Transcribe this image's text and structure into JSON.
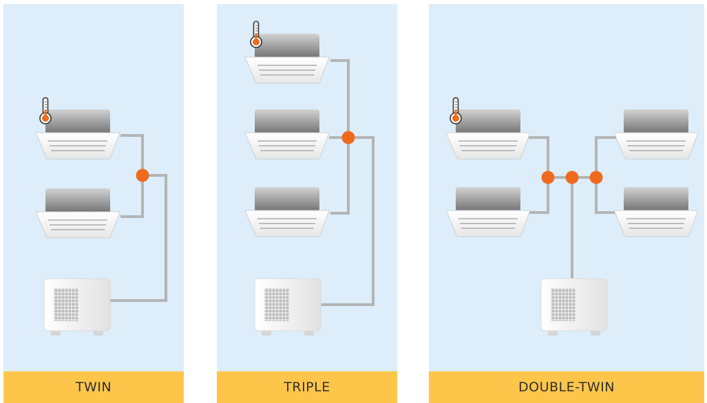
{
  "colors": {
    "panel_background": "#ddeefa",
    "label_background": "#fdc64a",
    "pipe": "#b4b4b4",
    "junction": "#ee6a1f",
    "thermometer_bulb": "#ee6a1f"
  },
  "panels": [
    {
      "label": "TWIN",
      "indoor_units": 2,
      "junctions": 1,
      "thermostat_count": 1
    },
    {
      "label": "TRIPLE",
      "indoor_units": 3,
      "junctions": 1,
      "thermostat_count": 1
    },
    {
      "label": "DOUBLE-TWIN",
      "indoor_units": 4,
      "junctions": 3,
      "thermostat_count": 1
    }
  ]
}
